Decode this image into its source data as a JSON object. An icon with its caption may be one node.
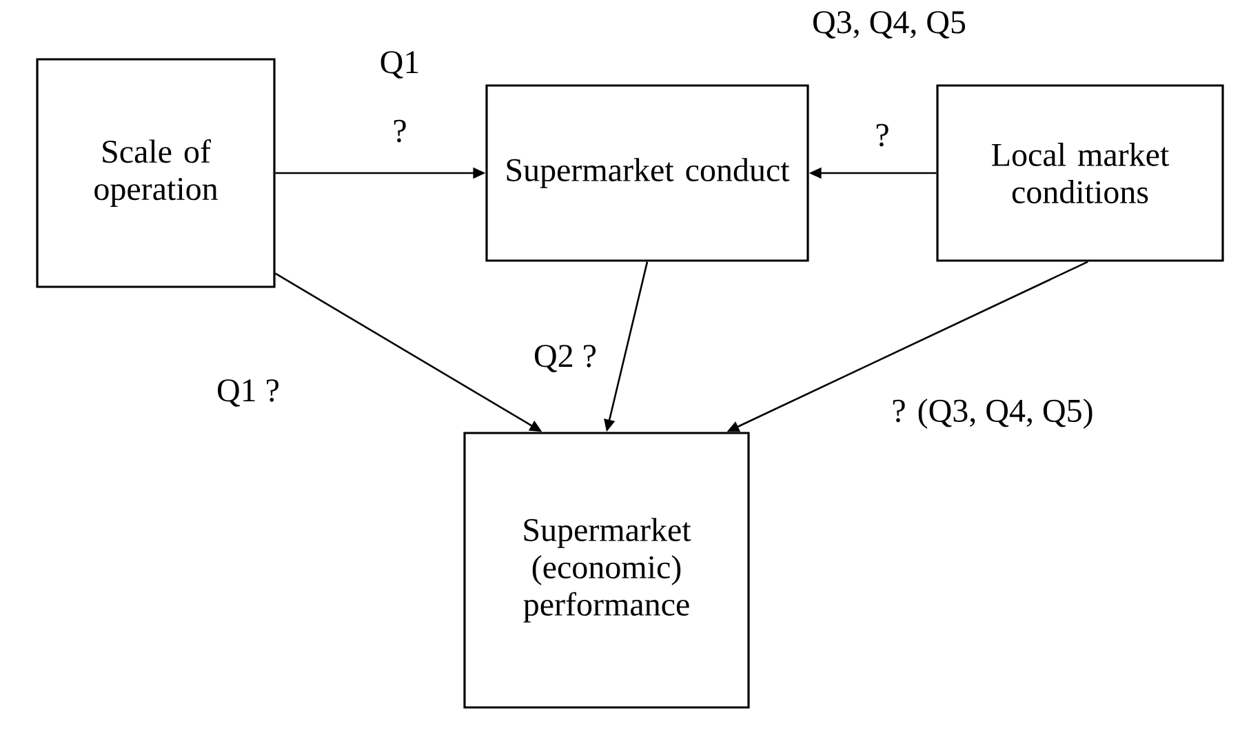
{
  "diagram": {
    "nodes": [
      {
        "text": [
          "Scale of operation"
        ]
      },
      {
        "text": [
          "Supermarket conduct"
        ]
      },
      {
        "text": [
          "Local market conditions"
        ]
      },
      {
        "text": [
          "Supermarket (economic) performance"
        ]
      }
    ],
    "edges": [
      {
        "from": 0,
        "to": 1,
        "arrow": "to",
        "label": "?"
      },
      {
        "from": 2,
        "to": 1,
        "arrow": "to",
        "label": "?"
      },
      {
        "from": 0,
        "to": 3,
        "arrow": "to",
        "label": "Q1 ?"
      },
      {
        "from": 1,
        "to": 3,
        "arrow": "to",
        "label": "Q2 ?"
      },
      {
        "from": 2,
        "to": 3,
        "arrow": "to",
        "label": "? (Q3, Q4, Q5)"
      }
    ],
    "labels": [
      "Q3, Q4, Q5",
      "Q1"
    ]
  }
}
